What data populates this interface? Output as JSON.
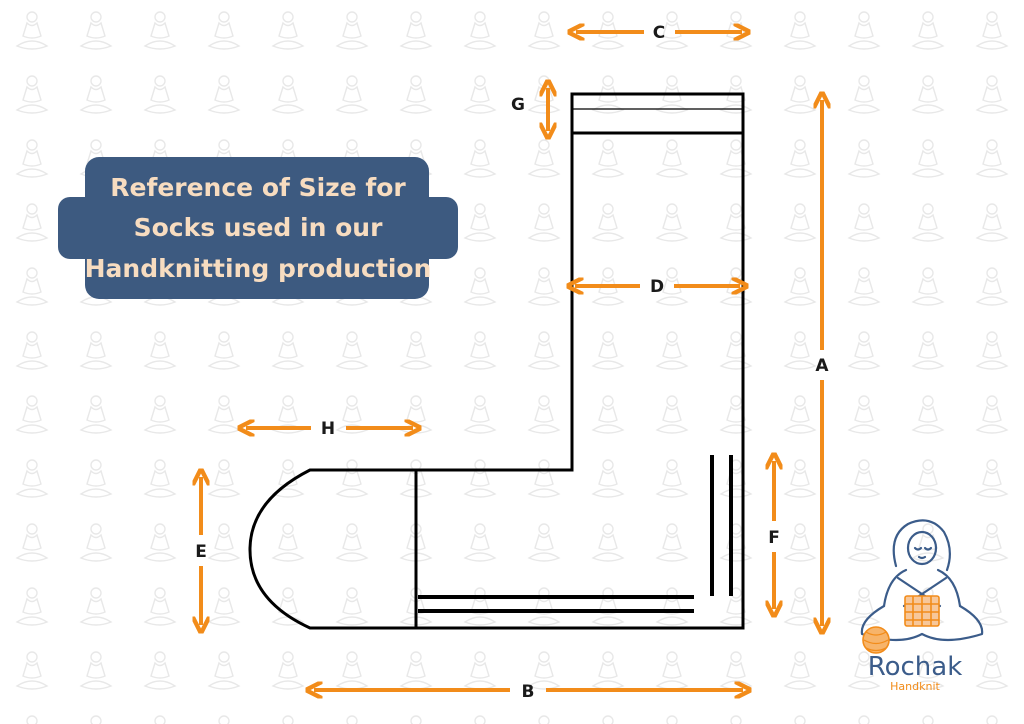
{
  "title": {
    "lines": [
      "Reference of Size for",
      "Socks used in our",
      "Handknitting production"
    ]
  },
  "dimensions": {
    "a": "A",
    "b": "B",
    "c": "C",
    "d": "D",
    "e": "E",
    "f": "F",
    "g": "G",
    "h": "H"
  },
  "brand": {
    "name": "Rochak",
    "sub": "Handknit"
  },
  "colors": {
    "arrow": "#f28c1a",
    "outline": "#000000",
    "banner": "#3d5a80",
    "banner_text": "#f7dcc0",
    "brand_name": "#3b5c8a",
    "brand_sub": "#f28c1a",
    "watermark": "#e6e6e6"
  },
  "icons": [
    "knitting-woman-logo-icon",
    "yarn-ball-icon",
    "watermark-pattern"
  ]
}
